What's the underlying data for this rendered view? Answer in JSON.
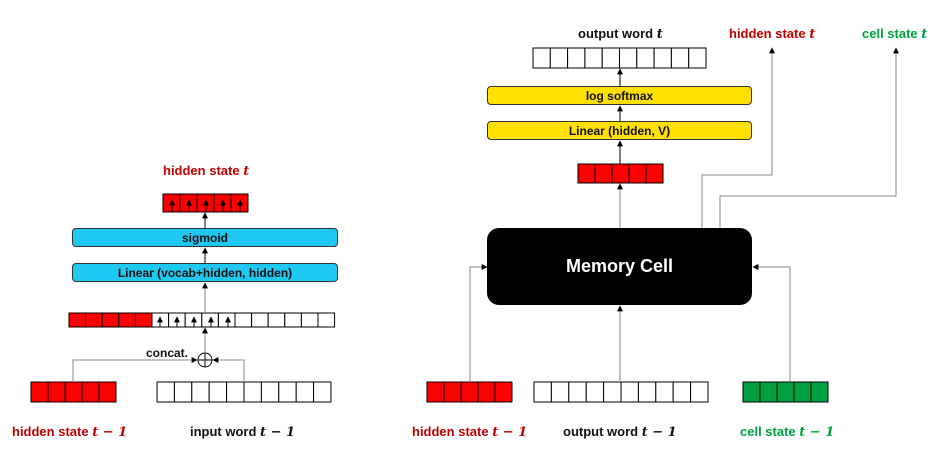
{
  "left": {
    "output_label": {
      "text": "hidden state ",
      "var": "t"
    },
    "sigmoid_label": "sigmoid",
    "linear_label": "Linear (vocab+hidden, hidden)",
    "concat_label": "concat.",
    "hidden_input_label": {
      "text": "hidden state ",
      "var": "t − 1"
    },
    "word_input_label": {
      "text": "input word ",
      "var": "t − 1"
    }
  },
  "right": {
    "output_word_label": {
      "text": "output word ",
      "var": "t"
    },
    "hidden_out_label": {
      "text": "hidden state ",
      "var": "t"
    },
    "cell_out_label": {
      "text": "cell state ",
      "var": "t"
    },
    "log_softmax_label": "log softmax",
    "linear_label": "Linear (hidden, V)",
    "memory_cell_label": "Memory Cell",
    "hidden_input_label": {
      "text": "hidden state ",
      "var": "t − 1"
    },
    "word_input_label": {
      "text": "output word ",
      "var": "t − 1"
    },
    "cell_input_label": {
      "text": "cell state ",
      "var": "t − 1"
    }
  },
  "colors": {
    "hidden": "#ff0000",
    "cell": "#00a040",
    "linear_left": "#1fc8f0",
    "linear_right": "#ffe000",
    "memory_cell": "#000000",
    "label_red": "#c00000",
    "label_green": "#00a040"
  }
}
